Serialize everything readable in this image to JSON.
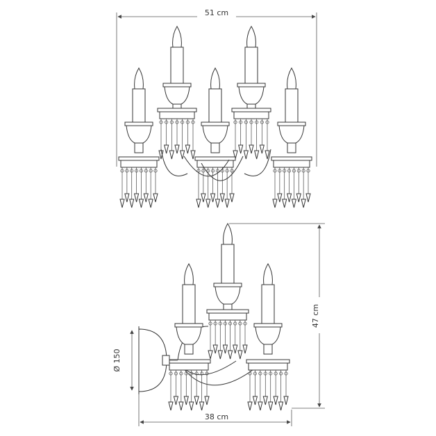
{
  "dimensions": {
    "width_label": "51 cm",
    "height_label": "47 cm",
    "depth_label": "38 cm",
    "base_label": "Ø 150"
  },
  "colors": {
    "line": "#333333",
    "background": "#ffffff"
  }
}
